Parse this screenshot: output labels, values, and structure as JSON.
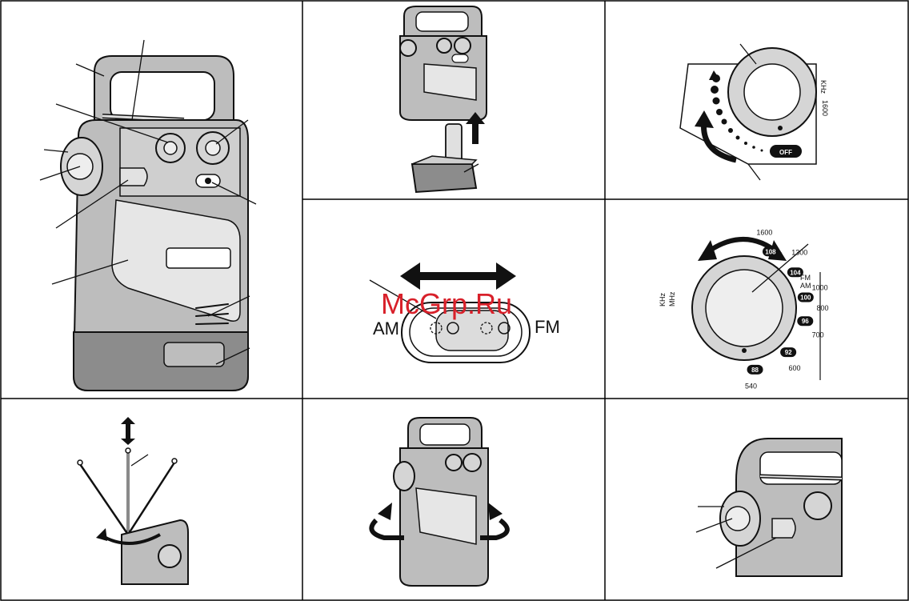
{
  "watermark": "McGrp.Ru",
  "switch_labels": {
    "am": "AM",
    "fm": "FM"
  },
  "volume_dial": {
    "off_label": "OFF",
    "unit": "KHz",
    "freq": "1600"
  },
  "tuning_dial": {
    "fm_label": "FM",
    "am_label": "AM",
    "mhz_label": "MHz",
    "khz_label": "KHz",
    "fm_marks": [
      "88",
      "92",
      "96",
      "100",
      "104",
      "108"
    ],
    "am_marks": [
      "540",
      "600",
      "700",
      "800",
      "1000",
      "1300",
      "1600"
    ]
  },
  "colors": {
    "watermark": "#d8202a",
    "body": "#bdbdbd",
    "ink": "#111111"
  }
}
